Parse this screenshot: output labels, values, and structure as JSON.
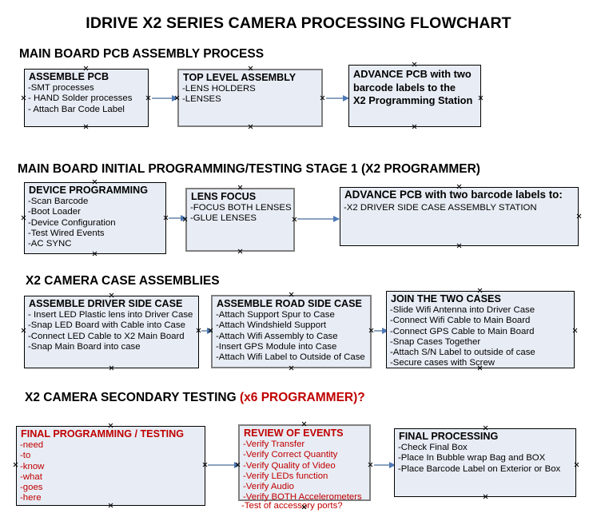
{
  "document": {
    "title": "IDRIVE X2  SERIES CAMERA PROCESSING FLOWCHART"
  },
  "sections": [
    {
      "id": "main-board-pcb-assembly",
      "heading": "MAIN BOARD PCB ASSEMBLY PROCESS",
      "heading_accent": "",
      "heading_suffix": ""
    },
    {
      "id": "main-board-initial-programming",
      "heading": "MAIN BOARD INITIAL PROGRAMMING/TESTING STAGE 1 (X2 PROGRAMMER)",
      "heading_accent": "",
      "heading_suffix": ""
    },
    {
      "id": "x2-camera-case-assemblies",
      "heading": "X2 CAMERA CASE ASSEMBLIES",
      "heading_accent": "",
      "heading_suffix": ""
    },
    {
      "id": "x2-camera-secondary-testing",
      "heading": "X2 CAMERA SECONDARY TESTING ",
      "heading_accent": "(x6 PROGRAMMER)?",
      "heading_suffix": ""
    }
  ],
  "boxes": {
    "assemble_pcb": {
      "title": "ASSEMBLE PCB",
      "items": [
        "-SMT processes",
        "- HAND Solder processes",
        "- Attach Bar Code Label"
      ]
    },
    "top_level_assembly": {
      "title": "TOP LEVEL ASSEMBLY",
      "items": [
        "-LENS HOLDERS",
        "-LENSES"
      ]
    },
    "advance_pcb_station": {
      "line1": "ADVANCE PCB with two",
      "line2": "barcode labels to the",
      "line3": " X2 Programming Station"
    },
    "device_programming": {
      "title": "DEVICE PROGRAMMING",
      "items": [
        "-Scan Barcode",
        "-Boot Loader",
        "-Device Configuration",
        "-Test Wired Events",
        "-AC SYNC"
      ]
    },
    "lens_focus": {
      "title": "LENS FOCUS",
      "items": [
        "-FOCUS BOTH LENSES",
        "-GLUE LENSES"
      ]
    },
    "advance_pcb_driver_side": {
      "title": "ADVANCE PCB with two barcode labels to:",
      "items": [
        "-X2 DRIVER  SIDE  CASE  ASSEMBLY STATION"
      ]
    },
    "assemble_driver_side_case": {
      "title": "ASSEMBLE DRIVER SIDE CASE",
      "items": [
        "- Insert LED Plastic lens into Driver Case",
        "-Snap LED Board with Cable into Case",
        "-Connect LED Cable to X2 Main Board",
        "-Snap Main Board into case"
      ]
    },
    "assemble_road_side_case": {
      "title": "ASSEMBLE ROAD SIDE CASE",
      "items": [
        "-Attach Support Spur to Case",
        "-Attach Windshield Support",
        "-Attach Wifi Assembly to Case",
        "-Insert GPS Module into Case",
        "-Attach Wifi Label to Outside of Case"
      ]
    },
    "join_the_two_cases": {
      "title": "JOIN THE TWO CASES",
      "items": [
        "-Slide Wifi Antenna into Driver Case",
        "-Connect Wifi Cable to Main Board",
        "-Connect GPS Cable to Main Board",
        "-Snap Cases Together",
        "-Attach S/N Label to outside of case",
        "-Secure cases with Screw"
      ]
    },
    "final_programming_testing": {
      "title": "FINAL PROGRAMMING / TESTING",
      "items": [
        "-need",
        "-to",
        "-know",
        "-what",
        "-goes",
        "-here"
      ]
    },
    "review_of_events": {
      "title": "REVIEW OF EVENTS",
      "items": [
        "-Verify Transfer",
        "-Verify Correct Quantity",
        "-Verify Quality of Video",
        "-Verify LEDs function",
        "-Verify Audio",
        "-Verify BOTH Accelerometers"
      ],
      "overflow_item": "-Test of accessory ports?"
    },
    "final_processing": {
      "title": "FINAL PROCESSING",
      "items": [
        " -Check Final Box",
        "-Place In Bubble wrap Bag and BOX",
        "-Place Barcode Label on Exterior or Box"
      ]
    }
  },
  "colors": {
    "box_fill": "#e8edf5",
    "box_border": "#000000",
    "box_border_selected": "#808080",
    "accent_red": "#c00000",
    "arrow": "#8ba3bf",
    "arrow_head": "#4f7ab5",
    "text": "#000000"
  }
}
